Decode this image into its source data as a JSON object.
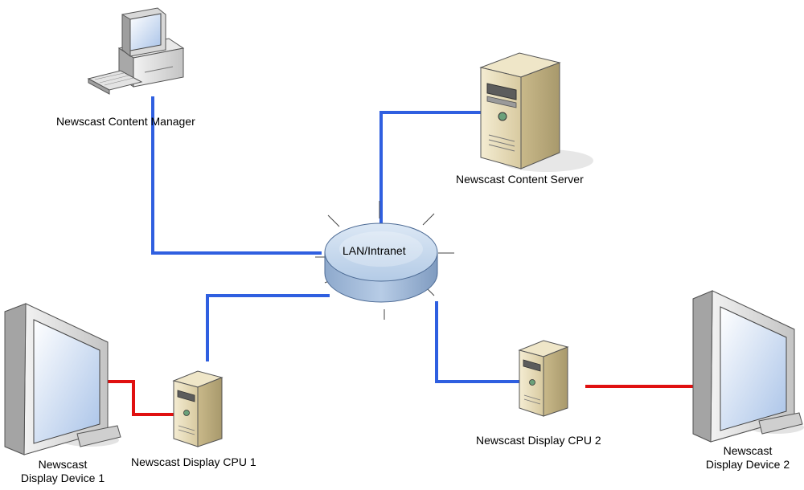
{
  "nodes": {
    "content_manager": {
      "label": "Newscast Content Manager"
    },
    "content_server": {
      "label": "Newscast Content Server"
    },
    "lan": {
      "label": "LAN/Intranet"
    },
    "display_cpu_1": {
      "label": "Newscast Display CPU 1"
    },
    "display_cpu_2": {
      "label": "Newscast Display CPU 2"
    },
    "display_device_1": {
      "label_line1": "Newscast",
      "label_line2": "Display Device 1"
    },
    "display_device_2": {
      "label_line1": "Newscast",
      "label_line2": "Display Device 2"
    }
  },
  "colors": {
    "network_link": "#2f5fe0",
    "display_link": "#e01010"
  }
}
